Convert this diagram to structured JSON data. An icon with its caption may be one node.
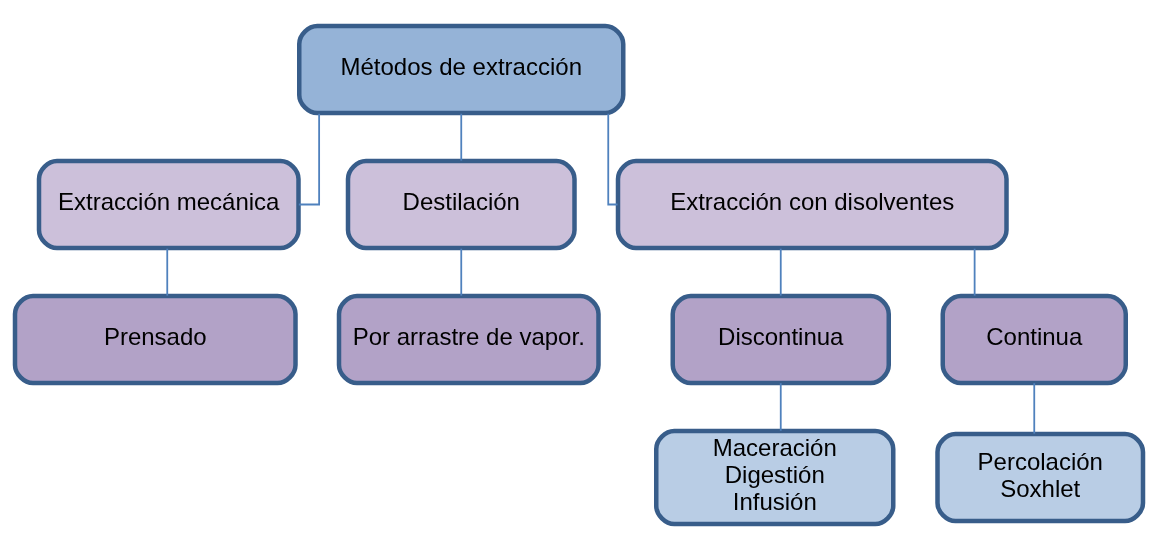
{
  "diagram": {
    "nodes": [
      {
        "text": [
          "Métodos de extracción"
        ]
      },
      {
        "text": [
          "Extracción mecánica"
        ]
      },
      {
        "text": [
          "Destilación"
        ]
      },
      {
        "text": [
          "Extracción con disolventes"
        ]
      },
      {
        "text": [
          "Prensado"
        ]
      },
      {
        "text": [
          "Por arrastre de vapor."
        ]
      },
      {
        "text": [
          "Discontinua"
        ]
      },
      {
        "text": [
          "Continua"
        ]
      },
      {
        "text": [
          "Maceración",
          "Digestión",
          "Infusión"
        ]
      },
      {
        "text": [
          "Percolación",
          "Soxhlet"
        ]
      }
    ],
    "edges": [
      {
        "from": 0,
        "to": 1,
        "arrow": "none"
      },
      {
        "from": 0,
        "to": 2,
        "arrow": "none"
      },
      {
        "from": 0,
        "to": 3,
        "arrow": "none"
      },
      {
        "from": 1,
        "to": 4,
        "arrow": "none"
      },
      {
        "from": 2,
        "to": 5,
        "arrow": "none"
      },
      {
        "from": 3,
        "to": 6,
        "arrow": "none"
      },
      {
        "from": 3,
        "to": 7,
        "arrow": "none"
      },
      {
        "from": 6,
        "to": 8,
        "arrow": "none"
      },
      {
        "from": 7,
        "to": 9,
        "arrow": "none"
      }
    ]
  }
}
